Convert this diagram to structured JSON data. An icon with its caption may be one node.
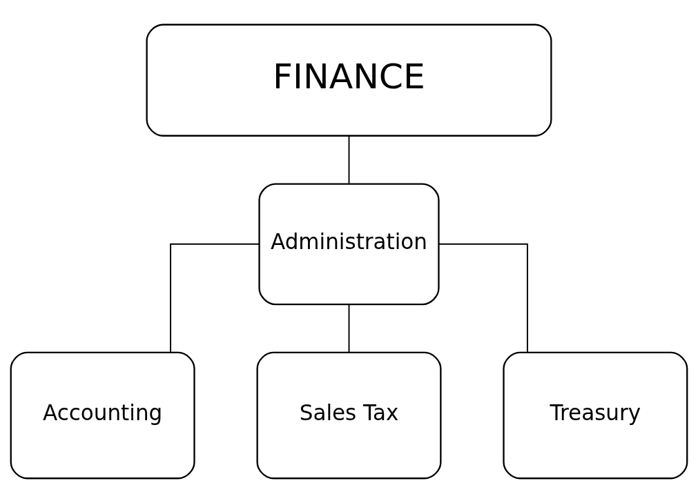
{
  "diagram": {
    "nodes": [
      {
        "text": [
          "FINANCE"
        ]
      },
      {
        "text": [
          "Administration"
        ]
      },
      {
        "text": [
          "Accounting"
        ]
      },
      {
        "text": [
          "Sales Tax"
        ]
      },
      {
        "text": [
          "Treasury"
        ]
      }
    ],
    "edges": [
      {
        "from": 0,
        "to": 1,
        "arrow": "none"
      },
      {
        "from": 1,
        "to": 2,
        "arrow": "none"
      },
      {
        "from": 1,
        "to": 3,
        "arrow": "none"
      },
      {
        "from": 1,
        "to": 4,
        "arrow": "none"
      }
    ]
  }
}
